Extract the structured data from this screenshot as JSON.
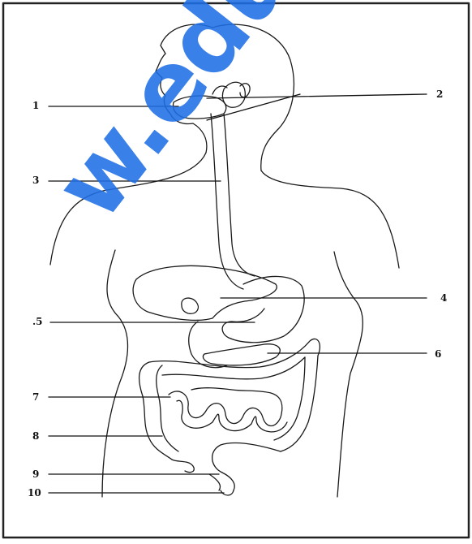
{
  "diagram": {
    "labels": [
      "1",
      "2",
      "3",
      "4",
      ".5",
      "6",
      "7",
      "8",
      "9",
      "10"
    ]
  },
  "watermark": {
    "text": "w.edulike"
  },
  "colors": {
    "ink": "#111111",
    "watermark": "#1f6fe6",
    "frame": "#222222"
  }
}
